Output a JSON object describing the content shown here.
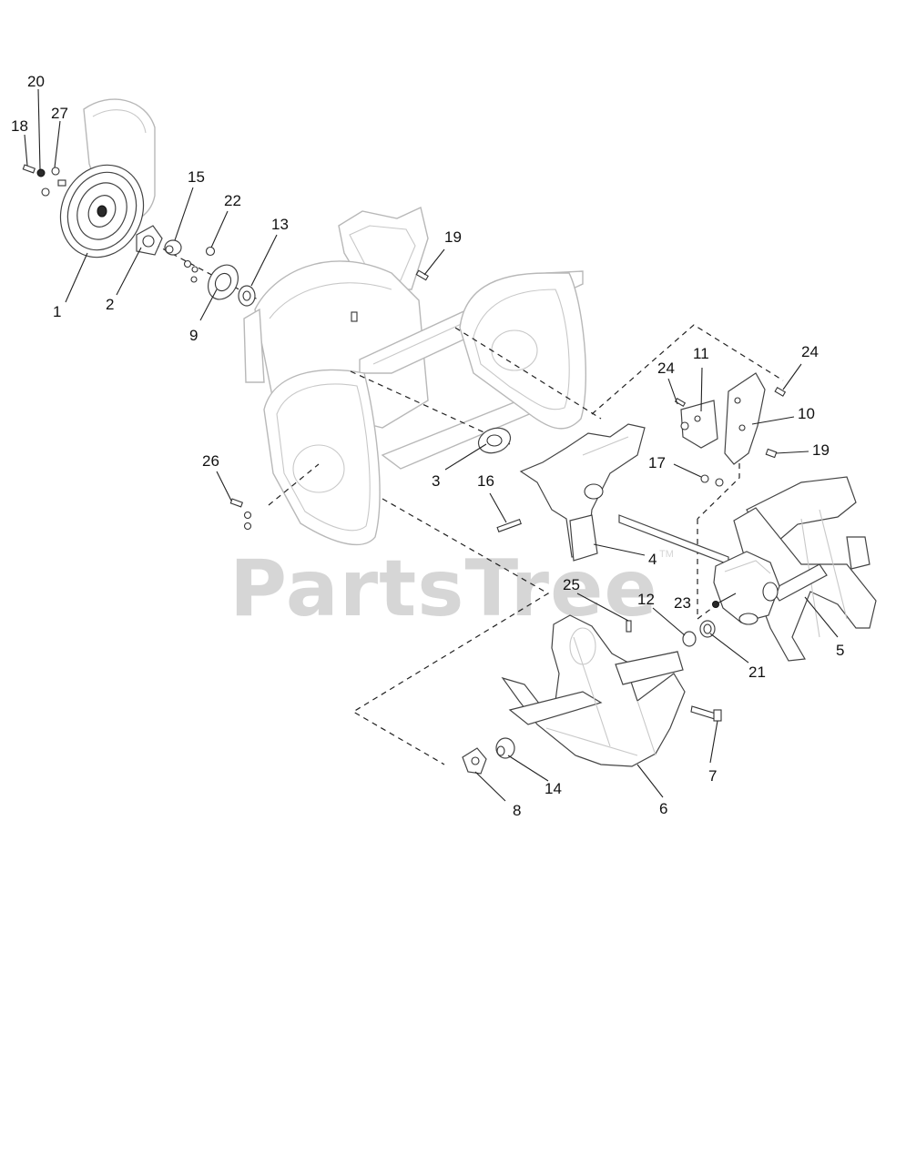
{
  "watermark": {
    "text": "PartsTree",
    "mark": "TM"
  },
  "callouts": {
    "c1": "1",
    "c2": "2",
    "c3": "3",
    "c4": "4",
    "c5": "5",
    "c6": "6",
    "c7": "7",
    "c8": "8",
    "c9": "9",
    "c10": "10",
    "c11": "11",
    "c12": "12",
    "c13": "13",
    "c14": "14",
    "c15": "15",
    "c16": "16",
    "c17": "17",
    "c18": "18",
    "c19a": "19",
    "c19b": "19",
    "c20": "20",
    "c21": "21",
    "c22": "22",
    "c23": "23",
    "c24a": "24",
    "c24b": "24",
    "c25": "25",
    "c26": "26",
    "c27": "27"
  }
}
